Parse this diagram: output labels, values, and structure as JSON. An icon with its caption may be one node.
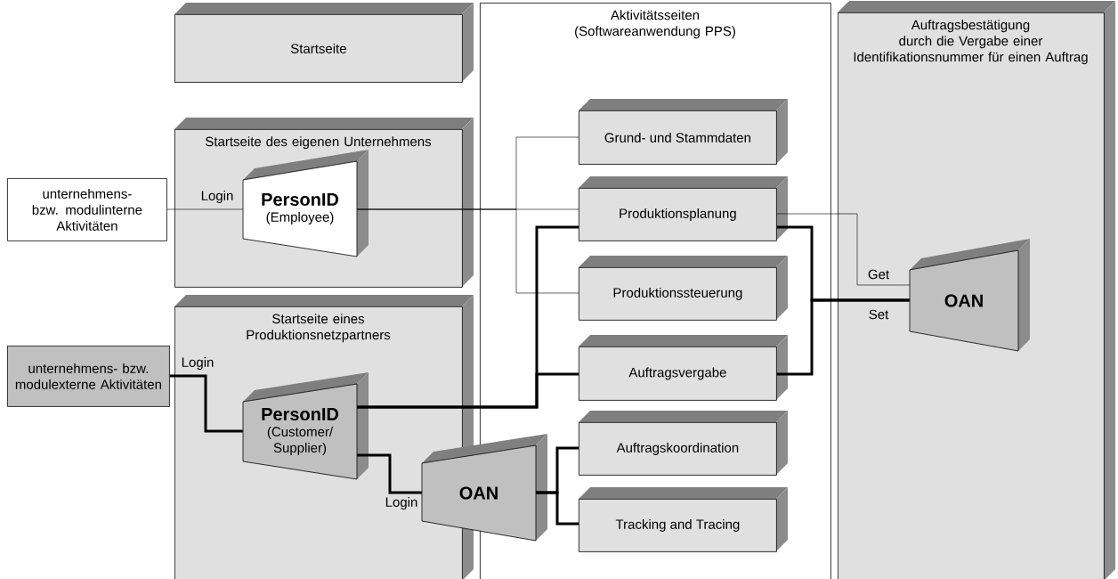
{
  "diagram": {
    "nodes": [
      {
        "text": [
          "Startseite"
        ]
      },
      {
        "text": [
          "Aktivitätsseiten (Softwareanwendung PPS)"
        ]
      },
      {
        "text": [
          "Auftragsbestätigung durch die Vergabe einer Identifikationsnummer für einen Auftrag"
        ]
      },
      {
        "text": [
          "Startseite des eigenen Unternehmens"
        ]
      },
      {
        "text": [
          "unternehmens- bzw. modulinterne Aktivitäten"
        ]
      },
      {
        "text": [
          "PersonID",
          "(Employee)"
        ],
        "in": 3
      },
      {
        "text": [
          "Startseite eines Produktionsnetzpartners"
        ]
      },
      {
        "text": [
          "unternehmens- bzw. modulexterne Aktivitäten"
        ]
      },
      {
        "text": [
          "PersonID",
          "(Customer/ Supplier)"
        ],
        "in": 6
      },
      {
        "text": [
          "OAN"
        ]
      },
      {
        "text": [
          "Grund- und Stammdaten"
        ],
        "in": 1
      },
      {
        "text": [
          "Produktionsplanung"
        ],
        "in": 1
      },
      {
        "text": [
          "Produktionssteuerung"
        ],
        "in": 1
      },
      {
        "text": [
          "Auftragsvergabe"
        ],
        "in": 1
      },
      {
        "text": [
          "Auftragskoordination"
        ],
        "in": 1
      },
      {
        "text": [
          "Tracking and Tracing"
        ],
        "in": 1
      },
      {
        "text": [
          "OAN"
        ],
        "in": 2
      }
    ],
    "edges": [
      {
        "from": 4,
        "to": 5,
        "arrow": "none",
        "label": "Login"
      },
      {
        "from": 5,
        "to": 10,
        "arrow": "none"
      },
      {
        "from": 5,
        "to": 11,
        "arrow": "none"
      },
      {
        "from": 5,
        "to": 12,
        "arrow": "none"
      },
      {
        "from": 11,
        "to": 16,
        "arrow": "none",
        "label": "Get"
      },
      {
        "from": 11,
        "to": 16,
        "arrow": "none",
        "label": "Set"
      },
      {
        "from": 13,
        "to": 16,
        "arrow": "none"
      },
      {
        "from": 7,
        "to": 8,
        "arrow": "none",
        "label": "Login"
      },
      {
        "from": 8,
        "to": 11,
        "arrow": "none"
      },
      {
        "from": 8,
        "to": 13,
        "arrow": "none"
      },
      {
        "from": 8,
        "to": 9,
        "arrow": "none",
        "label": "Login"
      },
      {
        "from": 9,
        "to": 14,
        "arrow": "none"
      },
      {
        "from": 9,
        "to": 15,
        "arrow": "none"
      }
    ]
  }
}
